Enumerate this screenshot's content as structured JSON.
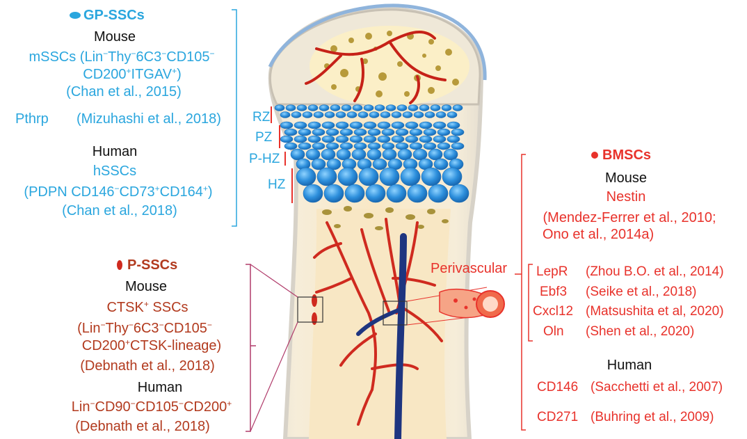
{
  "colors": {
    "gp": "#2aa6de",
    "bm": "#e8322b",
    "p": "#b23a1e",
    "vein": "#1e3580",
    "artery": "#d0281f",
    "cartilage": "#1f7fcc",
    "bone": "#f8e7c4"
  },
  "gp_sscs": {
    "title": "GP-SSCs",
    "mouse_heading": "Mouse",
    "mouse_marker": {
      "prefix": "mSSCs (Lin",
      "a": "Thy",
      "b": "6C3",
      "c": "CD105",
      "d": "CD200",
      "e": "ITGAV",
      "close": ")",
      "neg": "−",
      "pos": "+"
    },
    "mouse_ref": "(Chan et al., 2015)",
    "pthrp": "Pthrp",
    "pthrp_ref": "(Mizuhashi et al., 2018)",
    "human_heading": "Human",
    "human_name": "hSSCs",
    "human_marker": {
      "open": "(PDPN  CD146",
      "a": "CD73",
      "b": "CD164",
      "close": ")",
      "neg": "−",
      "pos": "+"
    },
    "human_ref": "(Chan et al., 2018)"
  },
  "zones": [
    "RZ",
    "PZ",
    "P-HZ",
    "HZ"
  ],
  "p_sscs": {
    "title": "P-SSCs",
    "mouse_heading": "Mouse",
    "mouse_name": {
      "a": "CTSK",
      "b": " SSCs",
      "pos": "+"
    },
    "mouse_marker_1": {
      "prefix": "(Lin",
      "a": "Thy",
      "b": "6C3",
      "c": "CD105",
      "neg": "−"
    },
    "mouse_marker_2": {
      "a": "CD200",
      "b": "CTSK-lineage)",
      "pos": "+"
    },
    "mouse_ref": "(Debnath et al., 2018)",
    "human_heading": "Human",
    "human_marker": {
      "a": "Lin",
      "b": "CD90",
      "c": "CD105",
      "d": "CD200",
      "neg": "−",
      "pos": "+"
    },
    "human_ref": "(Debnath et al., 2018)"
  },
  "bmscs": {
    "title": "BMSCs",
    "mouse_heading": "Mouse",
    "nestin": "Nestin",
    "nestin_ref_1": "(Mendez-Ferrer et al., 2010;",
    "nestin_ref_2": "Ono et al., 2014a)",
    "perivascular": "Perivascular",
    "markers": [
      {
        "name": "LepR",
        "ref": "(Zhou B.O. et al., 2014)"
      },
      {
        "name": "Ebf3",
        "ref": "(Seike et al., 2018)"
      },
      {
        "name": "Cxcl12",
        "ref": "(Matsushita et al, 2020)"
      },
      {
        "name": "Oln",
        "ref": "(Shen et al., 2020)"
      }
    ],
    "human_heading": "Human",
    "human_markers": [
      {
        "name": "CD146",
        "ref": "(Sacchetti et al., 2007)"
      },
      {
        "name": "CD271",
        "ref": "(Buhring et al., 2009)"
      }
    ]
  }
}
